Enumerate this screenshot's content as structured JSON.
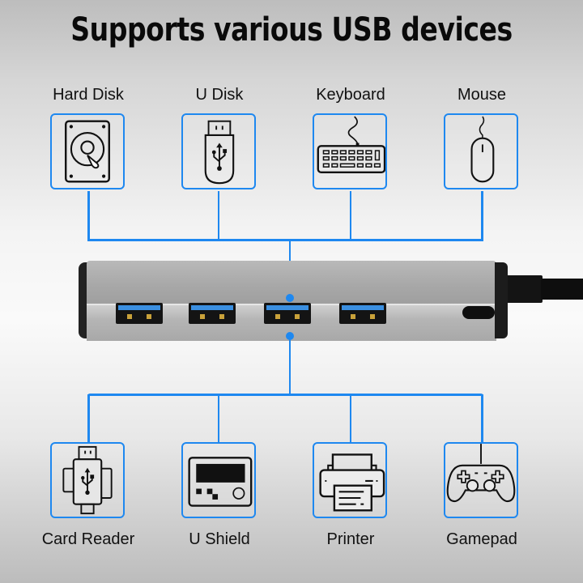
{
  "title": "Supports various USB devices",
  "accent_color": "#1e88f0",
  "top_devices": [
    {
      "label": "Hard Disk",
      "icon": "hard-disk-icon"
    },
    {
      "label": "U Disk",
      "icon": "usb-flash-drive-icon"
    },
    {
      "label": "Keyboard",
      "icon": "keyboard-icon"
    },
    {
      "label": "Mouse",
      "icon": "mouse-icon"
    }
  ],
  "bottom_devices": [
    {
      "label": "Card Reader",
      "icon": "card-reader-icon"
    },
    {
      "label": "U Shield",
      "icon": "u-shield-icon"
    },
    {
      "label": "Printer",
      "icon": "printer-icon"
    },
    {
      "label": "Gamepad",
      "icon": "gamepad-icon"
    }
  ],
  "hub": {
    "usb_a_ports": 4,
    "usb_c_ports": 1,
    "port_tongue_color": "#3b8fe0"
  }
}
